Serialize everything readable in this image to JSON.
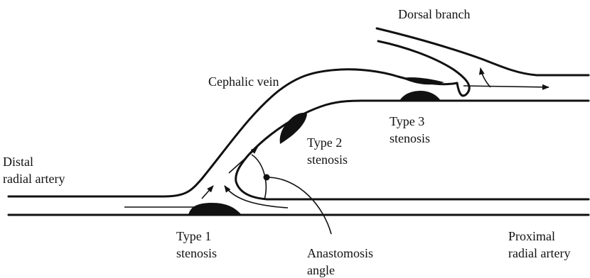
{
  "labels": {
    "dorsal_branch": "Dorsal branch",
    "cephalic_vein": "Cephalic vein",
    "distal_radial_artery_1": "Distal",
    "distal_radial_artery_2": "radial artery",
    "type2_stenosis_1": "Type 2",
    "type2_stenosis_2": "stenosis",
    "type3_stenosis_1": "Type 3",
    "type3_stenosis_2": "stenosis",
    "type1_stenosis_1": "Type 1",
    "type1_stenosis_2": "stenosis",
    "anastomosis_angle_1": "Anastomosis",
    "anastomosis_angle_2": "angle",
    "proximal_radial_artery_1": "Proximal",
    "proximal_radial_artery_2": "radial artery"
  },
  "colors": {
    "line": "#111111",
    "stenosis_fill": "#111111",
    "background": "#ffffff"
  }
}
